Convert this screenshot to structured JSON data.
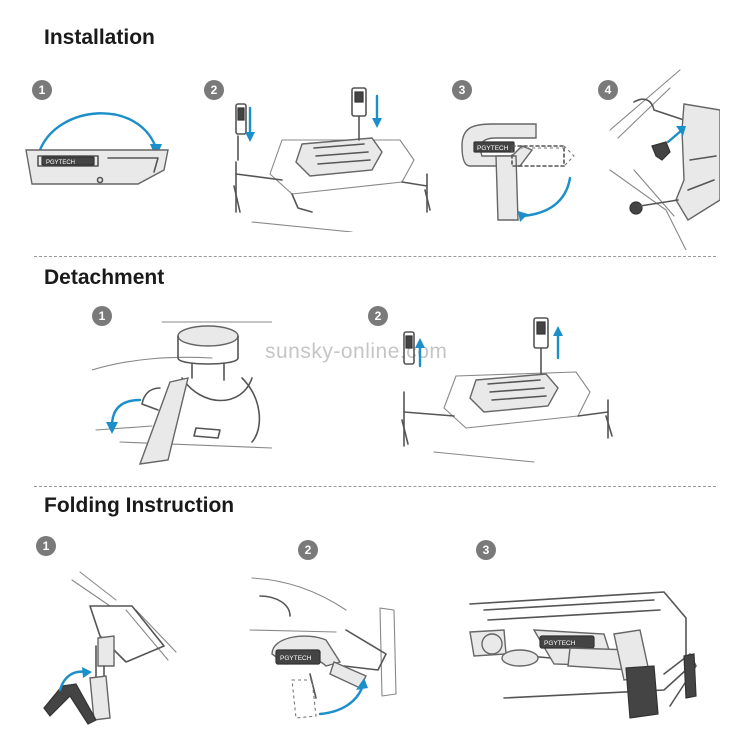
{
  "sections": {
    "installation": {
      "title": "Installation",
      "steps": [
        "1",
        "2",
        "3",
        "4"
      ]
    },
    "detachment": {
      "title": "Detachment",
      "steps": [
        "1",
        "2"
      ]
    },
    "folding": {
      "title": "Folding Instruction",
      "steps": [
        "1",
        "2",
        "3"
      ]
    }
  },
  "brand_text": "PGYTECH",
  "watermark": "sunsky-online.com",
  "colors": {
    "arrow": "#1a8fc9",
    "badge": "#7a7a7a",
    "line": "#555555"
  }
}
